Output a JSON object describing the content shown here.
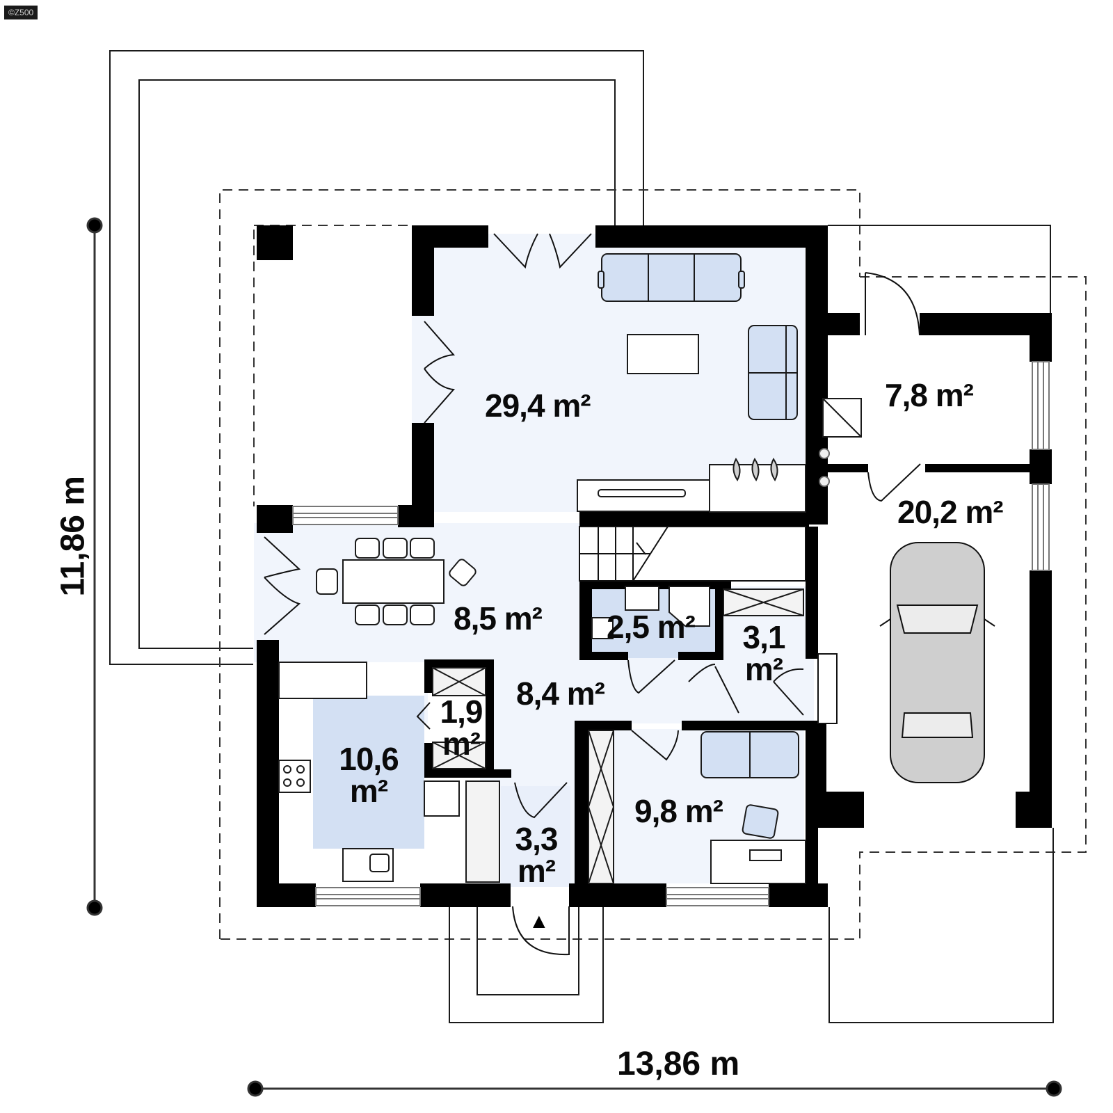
{
  "watermark": "©Z500",
  "colors": {
    "wall": "#000000",
    "floor_living": "#f1f5fc",
    "floor_wet": "#d3e0f3",
    "floor_garage": "#ffffff",
    "furniture_upholstery": "#d3e0f3",
    "car_body": "#cfcfcf",
    "line": "#1a1a1a"
  },
  "dimensions": {
    "width": {
      "value": "13,86 m"
    },
    "height": {
      "value": "11,86 m"
    }
  },
  "rooms": [
    {
      "id": "living-room",
      "area": "29,4",
      "unit": "m²"
    },
    {
      "id": "dining-room",
      "area": "8,5",
      "unit": "m²"
    },
    {
      "id": "hall",
      "area": "8,4",
      "unit": "m²"
    },
    {
      "id": "kitchen",
      "area": "10,6",
      "unit": "m²"
    },
    {
      "id": "pantry",
      "area": "1,9",
      "unit": "m²"
    },
    {
      "id": "bathroom",
      "area": "2,5",
      "unit": "m²"
    },
    {
      "id": "storage",
      "area": "3,1",
      "unit": "m²"
    },
    {
      "id": "vestibule",
      "area": "3,3",
      "unit": "m²"
    },
    {
      "id": "study",
      "area": "9,8",
      "unit": "m²"
    },
    {
      "id": "utility-room",
      "area": "7,8",
      "unit": "m²"
    },
    {
      "id": "garage",
      "area": "20,2",
      "unit": "m²"
    }
  ],
  "entrance_marker": "▲"
}
